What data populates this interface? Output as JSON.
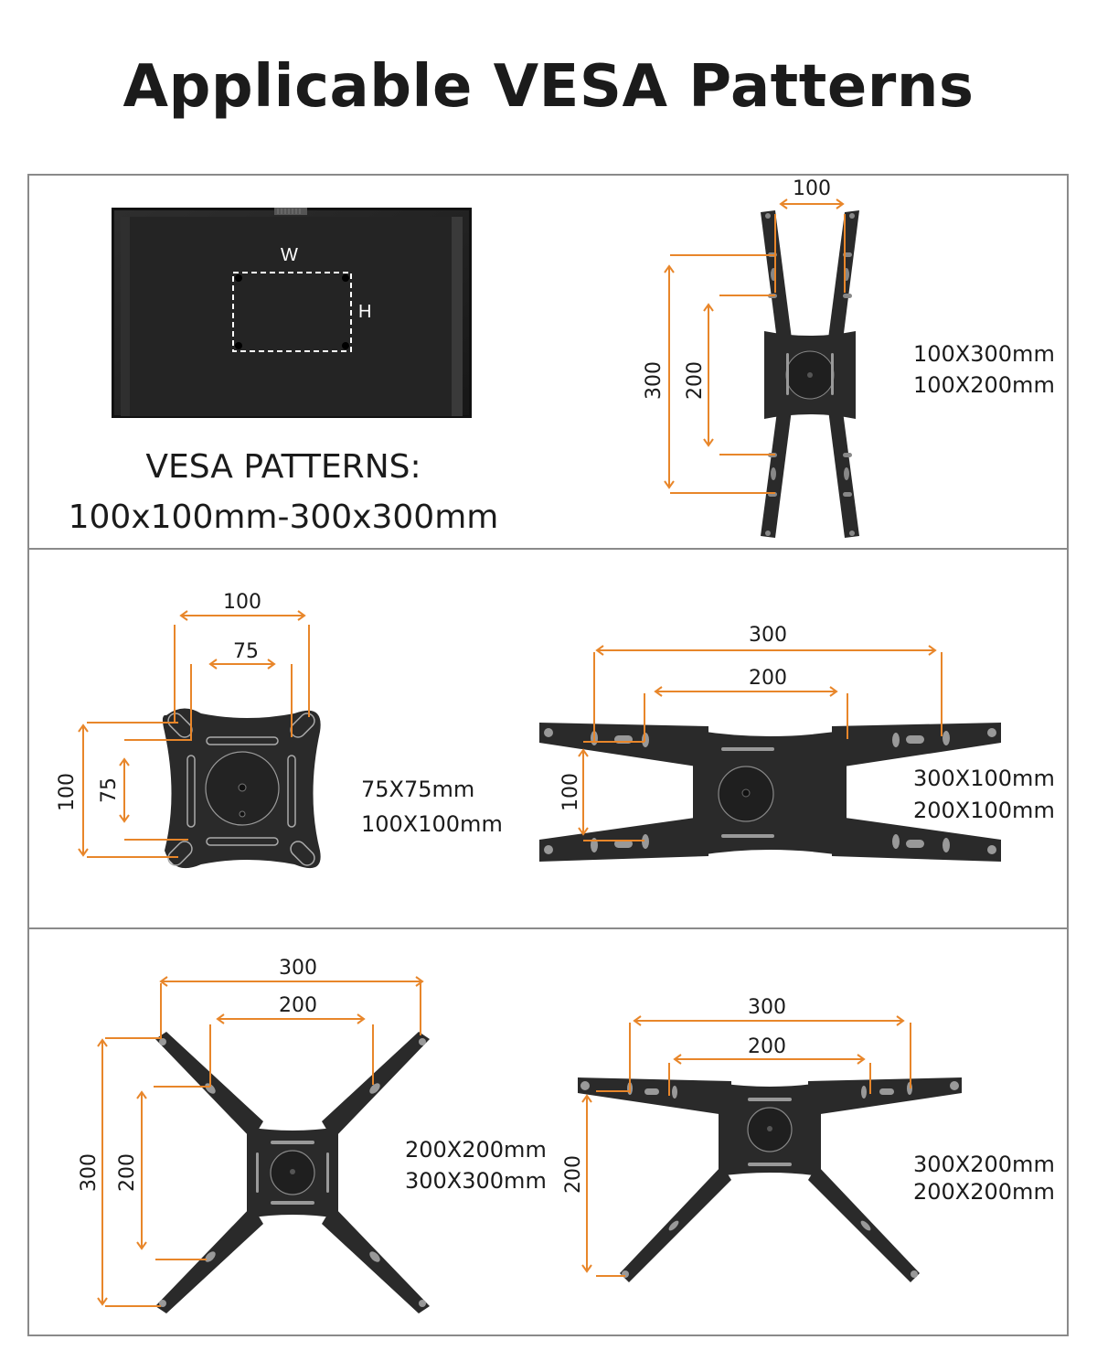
{
  "page": {
    "title": "Applicable VESA Patterns"
  },
  "colors": {
    "accent_orange": "#E8862A",
    "bracket": "#2a2a2a",
    "frame_border": "#8a8a8a",
    "text": "#1b1b1b"
  },
  "tv_panel": {
    "w_label": "W",
    "h_label": "H",
    "caption_line1": "VESA PATTERNS:",
    "caption_line2": "100x100mm-300x300mm"
  },
  "panels": [
    {
      "id": "vertical-bracket",
      "dimensions": {
        "width": "100",
        "height_outer": "300",
        "height_inner": "200"
      },
      "specs": [
        "100X300mm",
        "100X200mm"
      ]
    },
    {
      "id": "small-plate",
      "dimensions": {
        "width_outer": "100",
        "width_inner": "75",
        "height_outer": "100",
        "height_inner": "75"
      },
      "specs": [
        "75X75mm",
        "100X100mm"
      ]
    },
    {
      "id": "horizontal-bracket",
      "dimensions": {
        "width_outer": "300",
        "width_inner": "200",
        "height": "100"
      },
      "specs": [
        "300X100mm",
        "200X100mm"
      ]
    },
    {
      "id": "x-bracket",
      "dimensions": {
        "width_outer": "300",
        "width_inner": "200",
        "height_outer": "300",
        "height_inner": "200"
      },
      "specs": [
        "200X200mm",
        "300X300mm"
      ]
    },
    {
      "id": "y-bracket",
      "dimensions": {
        "width_outer": "300",
        "width_inner": "200",
        "height": "200"
      },
      "specs": [
        "300X200mm",
        "200X200mm"
      ]
    }
  ]
}
